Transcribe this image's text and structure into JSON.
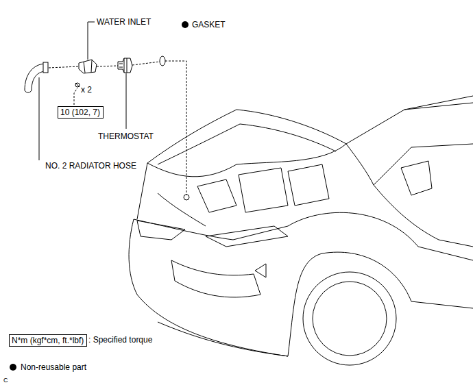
{
  "diagram": {
    "nodes": [
      {
        "text": [
          "10 (102, 7)"
        ]
      },
      {
        "text": [
          "N*m (kgf*cm, ft.*lbf)"
        ]
      }
    ],
    "labels": [
      "WATER INLET",
      "GASKET",
      "x 2",
      "THERMOSTAT",
      "NO. 2 RADIATOR HOSE",
      "C"
    ],
    "legend": [
      {
        "text": ": Specified torque"
      },
      {
        "text": "Non-reusable part"
      }
    ]
  }
}
